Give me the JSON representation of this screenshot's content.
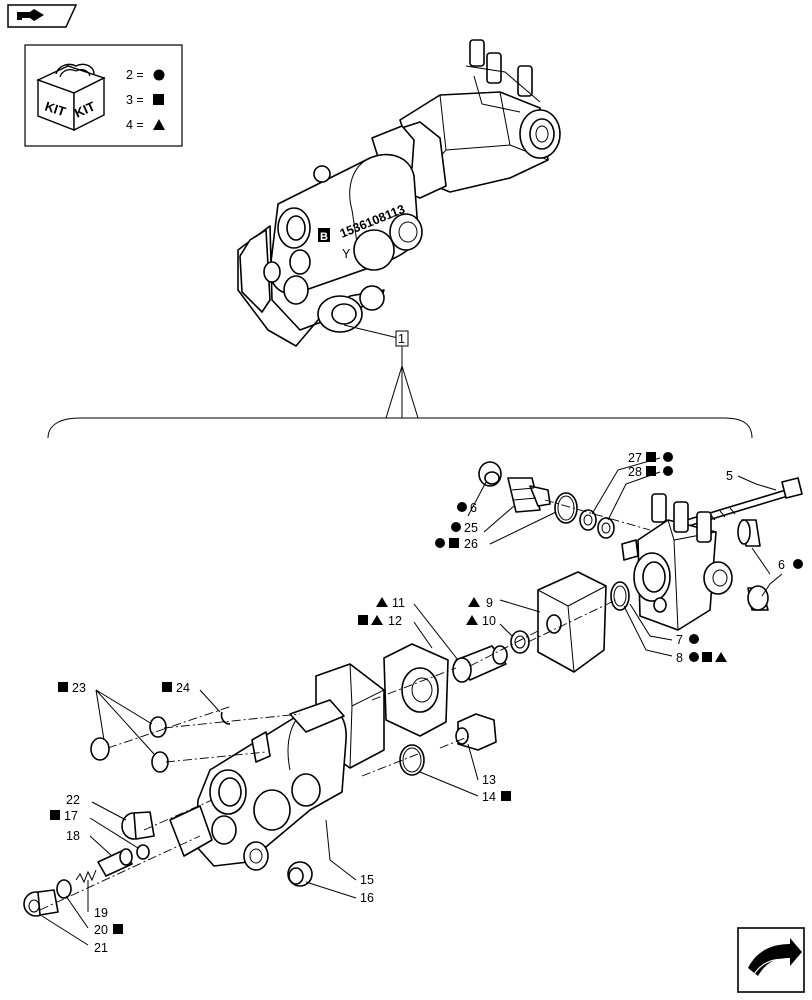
{
  "legend": {
    "kit_text": "KIT",
    "entries": [
      {
        "num": "2 =",
        "symbol": "circle"
      },
      {
        "num": "3 =",
        "symbol": "square"
      },
      {
        "num": "4 =",
        "symbol": "triangle"
      }
    ]
  },
  "assembly": {
    "stamp_text": "1536108113",
    "port_b": "B",
    "port_y": "Y",
    "ref_number": "1"
  },
  "callouts": {
    "c27": "27",
    "c28": "28",
    "c5": "5",
    "c6a": "6",
    "c25": "25",
    "c26": "26",
    "c6b": "6",
    "c11": "11",
    "c12": "12",
    "c9": "9",
    "c10": "10",
    "c7": "7",
    "c8": "8",
    "c23": "23",
    "c24": "24",
    "c13": "13",
    "c14": "14",
    "c22": "22",
    "c17": "17",
    "c18": "18",
    "c15": "15",
    "c16": "16",
    "c19": "19",
    "c20": "20",
    "c21": "21"
  },
  "icons": {
    "top_left": "page-back-icon",
    "bottom_right": "page-forward-icon"
  }
}
